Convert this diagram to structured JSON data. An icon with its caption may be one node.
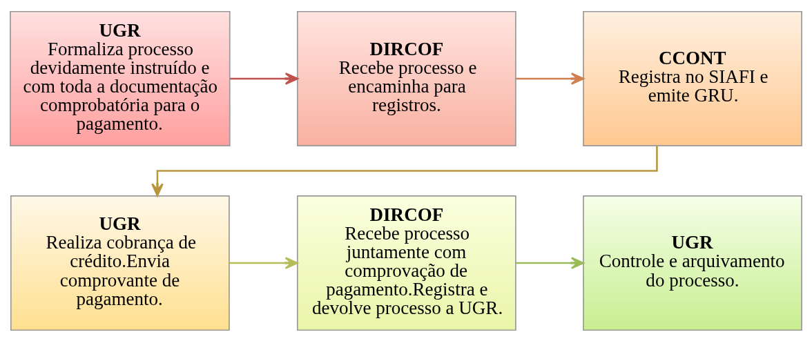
{
  "diagram": {
    "nodes": [
      {
        "text": [
          "UGR",
          "Formaliza processo devidamente instruído e com toda a documentação comprobatória para o pagamento."
        ]
      },
      {
        "text": [
          "DIRCOF",
          "Recebe processo e encaminha para registros."
        ]
      },
      {
        "text": [
          "CCONT",
          "Registra no SIAFI e emite GRU."
        ]
      },
      {
        "text": [
          "UGR",
          "Realiza cobrança de crédito.Envia comprovante de pagamento."
        ]
      },
      {
        "text": [
          "DIRCOF",
          "Recebe processo juntamente com comprovação de pagamento.Registra e devolve processo a UGR."
        ]
      },
      {
        "text": [
          "UGR",
          "Controle e arquivamento do processo."
        ]
      }
    ],
    "edges": [
      {
        "from": 0,
        "to": 1,
        "arrow": "to",
        "color": "#c0504d"
      },
      {
        "from": 1,
        "to": 2,
        "arrow": "to",
        "color": "#d08050"
      },
      {
        "from": 2,
        "to": 3,
        "arrow": "to",
        "color": "#b8963c"
      },
      {
        "from": 3,
        "to": 4,
        "arrow": "to",
        "color": "#b5bd5a"
      },
      {
        "from": 4,
        "to": 5,
        "arrow": "to",
        "color": "#9bbb59"
      }
    ]
  }
}
